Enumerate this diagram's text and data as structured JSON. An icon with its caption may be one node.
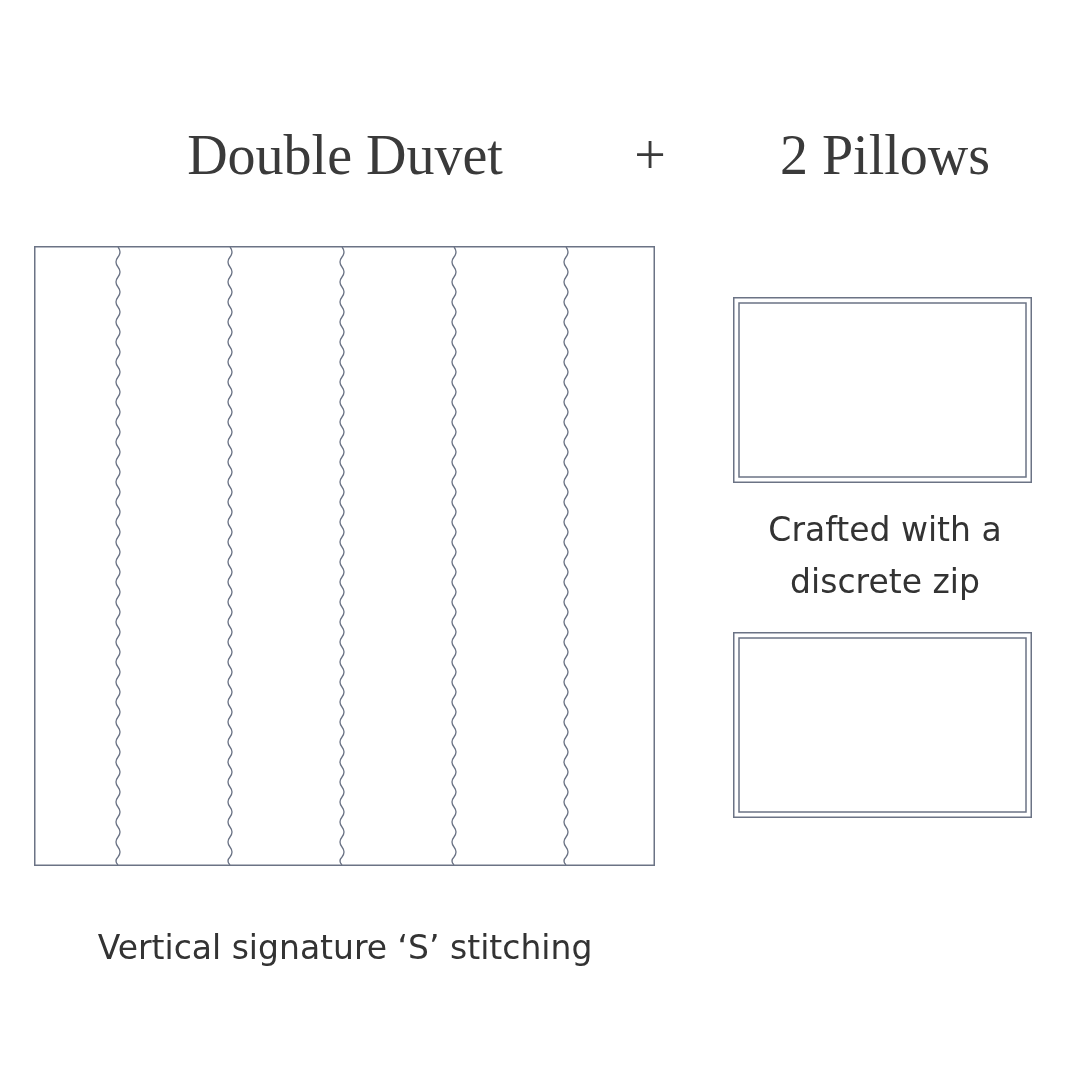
{
  "diagram": {
    "nodes": [
      {
        "text": [],
        "shape": "box",
        "beside": [
          "Vertical signature ‘S’ stitching"
        ]
      },
      {
        "text": [],
        "shape": "box"
      },
      {
        "text": [],
        "shape": "box"
      }
    ],
    "labels": [
      "Double Duvet",
      "+",
      "2 Pillows",
      "Crafted with a discrete zip"
    ]
  }
}
